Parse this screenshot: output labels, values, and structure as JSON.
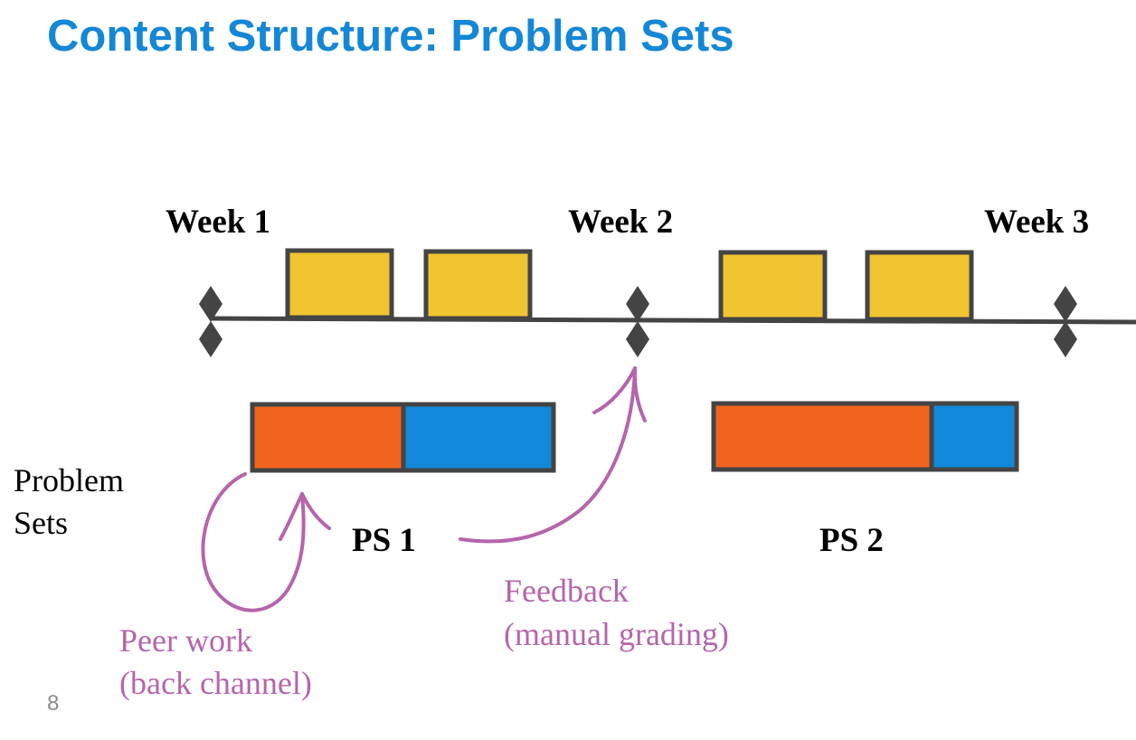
{
  "title": "Content Structure: Problem Sets",
  "page_number": "8",
  "timeline": {
    "weeks": [
      "Week 1",
      "Week 2",
      "Week 3"
    ],
    "lectures_per_week": 2
  },
  "problem_sets": {
    "row_label_line1": "Problem",
    "row_label_line2": "Sets",
    "items": [
      {
        "label": "PS 1",
        "orange_fraction": 0.5,
        "blue_fraction": 0.5
      },
      {
        "label": "PS 2",
        "orange_fraction": 0.72,
        "blue_fraction": 0.28
      }
    ]
  },
  "annotations": {
    "peer_work_line1": "Peer work",
    "peer_work_line2": "(back channel)",
    "feedback_line1": "Feedback",
    "feedback_line2": "(manual grading)"
  },
  "colors": {
    "title": "#1487d6",
    "lecture_fill": "#f0c330",
    "ps_orange": "#f0641e",
    "ps_blue": "#1188d8",
    "outline": "#444444",
    "annotation": "#b565ac",
    "text": "#000000"
  }
}
